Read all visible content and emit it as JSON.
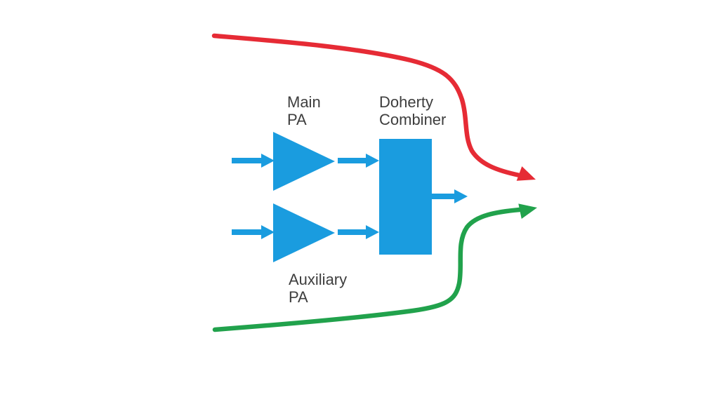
{
  "diagram": {
    "type": "doherty-amplifier-block-diagram",
    "labels": {
      "main_pa": "Main\nPA",
      "doherty_combiner": "Doherty\nCombiner",
      "auxiliary_pa": "Auxiliary\nPA"
    },
    "colors": {
      "blue": "#1A9CDF",
      "red": "#E62B35",
      "green": "#21A24C",
      "text": "#3E3E3E",
      "background": "#FFFFFF"
    }
  }
}
